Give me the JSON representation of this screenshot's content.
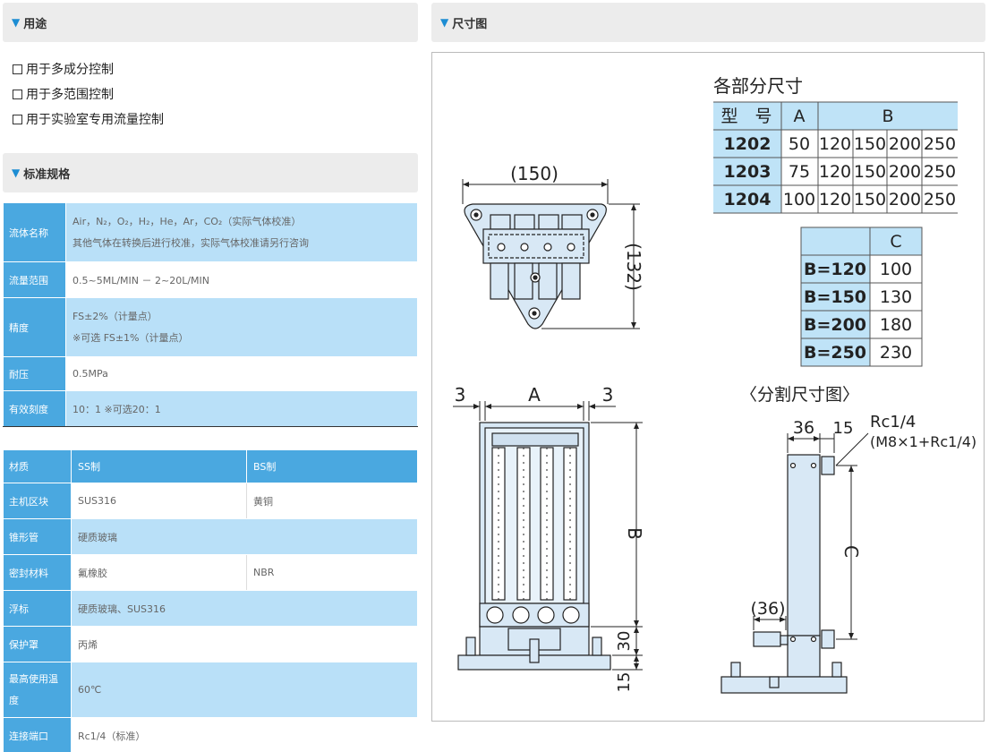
{
  "left": {
    "usage_title": "用途",
    "usage_items": [
      "用于多成分控制",
      "用于多范围控制",
      "用于实验室专用流量控制"
    ],
    "spec_title": "标准规格",
    "spec1": [
      {
        "label": "流体名称",
        "line1": "Air，N₂，O₂，H₂，He，Ar，CO₂（实际气体校准）",
        "line2": "其他气体在转换后进行校准，实际气体校准请另行咨询"
      },
      {
        "label": "流量范围",
        "line1": "0.5~5ML/MIN － 2~20L/MIN"
      },
      {
        "label": "精度",
        "line1": "FS±2%（计量点）",
        "line2": "※可选 FS±1%（计量点）"
      },
      {
        "label": "耐压",
        "line1": "0.5MPa"
      },
      {
        "label": "有效刻度",
        "line1": "10：1 ※可选20：1"
      }
    ],
    "spec2_header": [
      "材质",
      "SS制",
      "BS制"
    ],
    "spec2": [
      {
        "label": "主机区块",
        "a": "SUS316",
        "b": "黄铜"
      },
      {
        "label": "锥形管",
        "a": "硬质玻璃"
      },
      {
        "label": "密封材料",
        "a": "氟橡胶",
        "b": "NBR"
      },
      {
        "label": "浮标",
        "a": "硬质玻璃、SUS316"
      },
      {
        "label": "保护罩",
        "a": "丙烯"
      },
      {
        "label": "最高使用温度",
        "a": "60℃"
      },
      {
        "label": "连接端口",
        "a": "Rc1/4（标准）"
      }
    ]
  },
  "right": {
    "title": "尺寸图",
    "table_title": "各部分尺寸",
    "t1_header": [
      "型　号",
      "A",
      "B"
    ],
    "t1_rows": [
      {
        "model": "1202",
        "a": "50",
        "b": [
          "120",
          "150",
          "200",
          "250"
        ]
      },
      {
        "model": "1203",
        "a": "75",
        "b": [
          "120",
          "150",
          "200",
          "250"
        ]
      },
      {
        "model": "1204",
        "a": "100",
        "b": [
          "120",
          "150",
          "200",
          "250"
        ]
      }
    ],
    "t2_header": [
      "",
      "C"
    ],
    "t2_rows": [
      [
        "B=120",
        "100"
      ],
      [
        "B=150",
        "130"
      ],
      [
        "B=200",
        "180"
      ],
      [
        "B=250",
        "230"
      ]
    ],
    "split_title": "〈分割尺寸图〉",
    "dims": {
      "top_w": "(150)",
      "top_h": "(132)",
      "a": "A",
      "three_l": "3",
      "three_r": "3",
      "b": "B",
      "thirty": "30",
      "fifteen_l": "15",
      "d36": "36",
      "d15": "15",
      "rc": "Rc1/4",
      "rc2": "(M8×1+Rc1/4)",
      "c": "C",
      "d36b": "(36)"
    }
  }
}
